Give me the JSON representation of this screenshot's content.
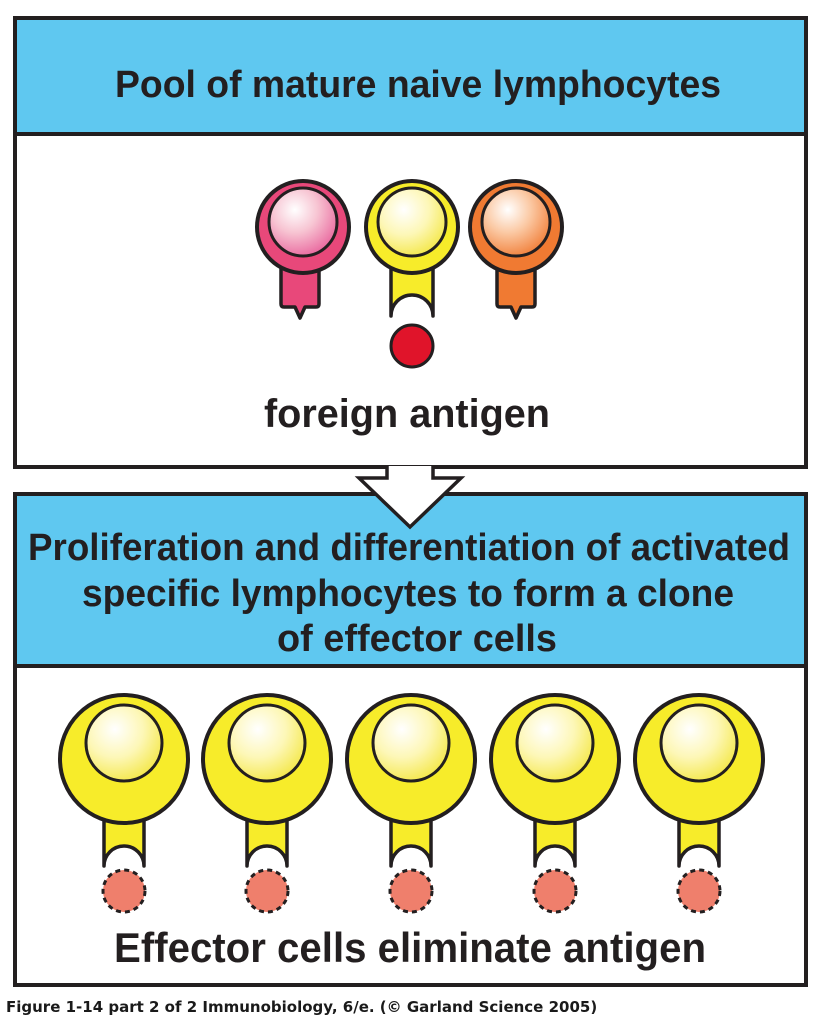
{
  "panels": {
    "top": {
      "heading": "Pool of mature naive lymphocytes",
      "label": "foreign antigen"
    },
    "bottom": {
      "heading_lines": [
        "Proliferation and differentiation of activated",
        "specific lymphocytes to form a clone",
        "of effector cells"
      ],
      "label": "Effector cells eliminate antigen"
    }
  },
  "caption": "Figure 1-14 part 2 of 2  Immunobiology, 6/e. (© Garland Science 2005)",
  "colors": {
    "header_band": "#5fc8f0",
    "border": "#231f20",
    "cell_pink": "#e8487a",
    "cell_yellow": "#f7ec2a",
    "cell_orange": "#f07a32",
    "antigen_red": "#e0142a",
    "antigen_salmon": "#ef7f6c"
  }
}
